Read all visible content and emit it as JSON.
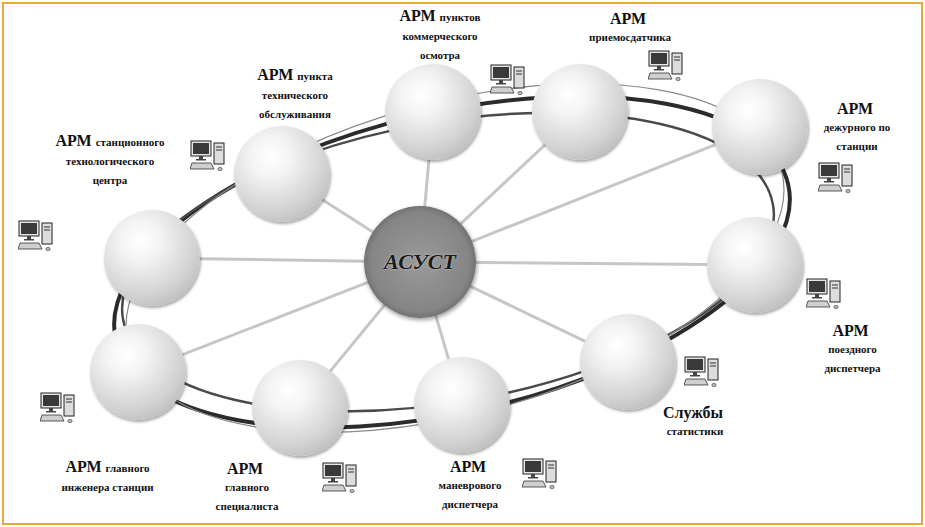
{
  "diagram": {
    "nodes": [
      {
        "text": [
          "АСУСТ"
        ]
      },
      {
        "text": [
          "АРМ",
          "станционного технологического центра"
        ]
      },
      {
        "text": [
          "АРМ",
          "пункта технического обслуживания"
        ]
      },
      {
        "text": [
          "АРМ",
          "пунктов коммерческого осмотра"
        ]
      },
      {
        "text": [
          "АРМ",
          "приемосдатчика"
        ]
      },
      {
        "text": [
          "АРМ",
          "дежурного по станции"
        ]
      },
      {
        "text": [
          "АРМ",
          "поездного диспетчера"
        ]
      },
      {
        "text": [
          "Службы",
          "статистики"
        ]
      },
      {
        "text": [
          "АРМ",
          "маневрового диспетчера"
        ]
      },
      {
        "text": [
          "АРМ",
          "главного специалиста"
        ]
      },
      {
        "text": [
          "АРМ",
          "главного инженера станции"
        ]
      }
    ],
    "edges": [
      {
        "from": 0,
        "to": 1,
        "arrow": "none"
      },
      {
        "from": 0,
        "to": 2,
        "arrow": "none"
      },
      {
        "from": 0,
        "to": 3,
        "arrow": "none"
      },
      {
        "from": 0,
        "to": 4,
        "arrow": "none"
      },
      {
        "from": 0,
        "to": 5,
        "arrow": "none"
      },
      {
        "from": 0,
        "to": 6,
        "arrow": "none"
      },
      {
        "from": 0,
        "to": 7,
        "arrow": "none"
      },
      {
        "from": 0,
        "to": 8,
        "arrow": "none"
      },
      {
        "from": 0,
        "to": 9,
        "arrow": "none"
      },
      {
        "from": 0,
        "to": 10,
        "arrow": "none"
      }
    ]
  }
}
